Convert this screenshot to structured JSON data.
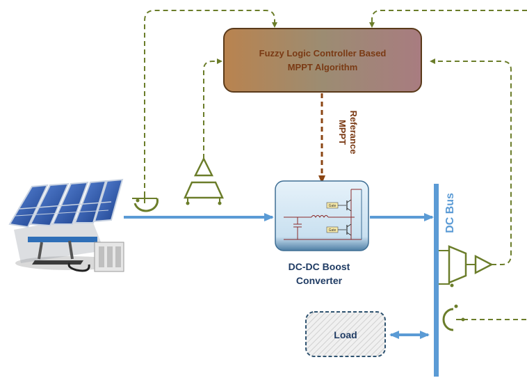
{
  "controller": {
    "line1": "Fuzzy Logic Controller Based",
    "line2": "MPPT Algorithm"
  },
  "reference": {
    "line1": "MPPT",
    "line2": "Referance"
  },
  "converter": {
    "line1": "DC-DC Boost",
    "line2": "Converter"
  },
  "bus_label": "DC Bus",
  "load_label": "Load",
  "switch_labels": [
    "Gate",
    "Gate"
  ],
  "colors": {
    "bus_blue": "#5b9bd5",
    "signal_green": "#6b7d2a",
    "reference_brown": "#8b4513",
    "controller_text": "#7a3a14",
    "label_blue": "#1f3b63",
    "load_border": "#2f5370"
  },
  "icons": [
    "solar-panel-icon",
    "current-sensor-icon",
    "voltage-sensor-icon",
    "igbt-switch-icon"
  ]
}
